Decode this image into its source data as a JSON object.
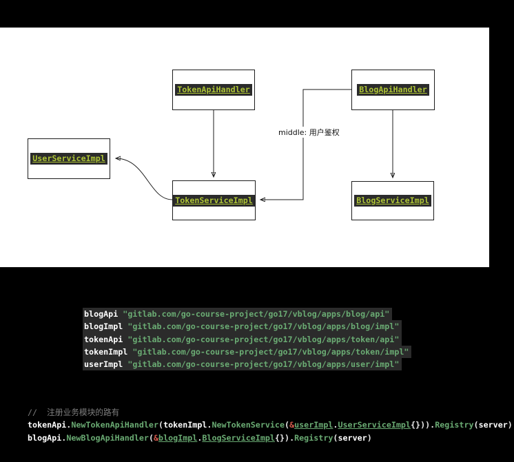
{
  "diagram": {
    "nodes": [
      {
        "label": "TokenApiHandler"
      },
      {
        "label": "BlogApiHandler"
      },
      {
        "label": "UserServiceImpl"
      },
      {
        "label": "TokenServiceImpl"
      },
      {
        "label": "BlogServiceImpl"
      }
    ],
    "edge_label": "middle: 用户鉴权"
  },
  "imports": {
    "lines": [
      {
        "name": "blogApi",
        "path": "\"gitlab.com/go-course-project/go17/vblog/apps/blog/api\""
      },
      {
        "name": "blogImpl",
        "path": "\"gitlab.com/go-course-project/go17/vblog/apps/blog/impl\""
      },
      {
        "name": "tokenApi",
        "path": "\"gitlab.com/go-course-project/go17/vblog/apps/token/api\""
      },
      {
        "name": "tokenImpl",
        "path": "\"gitlab.com/go-course-project/go17/vblog/apps/token/impl\""
      },
      {
        "name": "userImpl",
        "path": "\"gitlab.com/go-course-project/go17/vblog/apps/user/impl\""
      }
    ]
  },
  "code": {
    "comment": "//  注册业务模块的路有",
    "lines": [
      {
        "tokens": [
          {
            "t": "tokenApi",
            "c": "bold"
          },
          {
            "t": ".",
            "c": "plain"
          },
          {
            "t": "NewTokenApiHandler",
            "c": "method"
          },
          {
            "t": "(",
            "c": "plain"
          },
          {
            "t": "tokenImpl",
            "c": "bold"
          },
          {
            "t": ".",
            "c": "plain"
          },
          {
            "t": "NewTokenService",
            "c": "method"
          },
          {
            "t": "(",
            "c": "plain"
          },
          {
            "t": "&",
            "c": "amp"
          },
          {
            "t": "userImpl",
            "c": "link"
          },
          {
            "t": ".",
            "c": "plain"
          },
          {
            "t": "UserServiceImpl",
            "c": "link"
          },
          {
            "t": "{}))",
            "c": "plain"
          },
          {
            "t": ".",
            "c": "plain"
          },
          {
            "t": "Registry",
            "c": "method"
          },
          {
            "t": "(",
            "c": "plain"
          },
          {
            "t": "server",
            "c": "bold"
          },
          {
            "t": ")",
            "c": "plain"
          }
        ]
      },
      {
        "tokens": [
          {
            "t": "blogApi",
            "c": "bold"
          },
          {
            "t": ".",
            "c": "plain"
          },
          {
            "t": "NewBlogApiHandler",
            "c": "method"
          },
          {
            "t": "(",
            "c": "plain"
          },
          {
            "t": "&",
            "c": "amp"
          },
          {
            "t": "blogImpl",
            "c": "link"
          },
          {
            "t": ".",
            "c": "plain"
          },
          {
            "t": "BlogServiceImpl",
            "c": "link"
          },
          {
            "t": "{})",
            "c": "plain"
          },
          {
            "t": ".",
            "c": "plain"
          },
          {
            "t": "Registry",
            "c": "method"
          },
          {
            "t": "(",
            "c": "plain"
          },
          {
            "t": "server",
            "c": "bold"
          },
          {
            "t": ")",
            "c": "plain"
          }
        ]
      }
    ]
  },
  "colors": {
    "page_bg": "#000000",
    "diagram_bg": "#ffffff",
    "line_black": "#1b1b1b",
    "label_lime": "#aec436",
    "highlight_bg": "#2b2b2b",
    "code_green": "#6aab73",
    "code_white": "#ffffff",
    "amp_red": "#d2594b",
    "comment_gray": "#7d7d7d"
  }
}
